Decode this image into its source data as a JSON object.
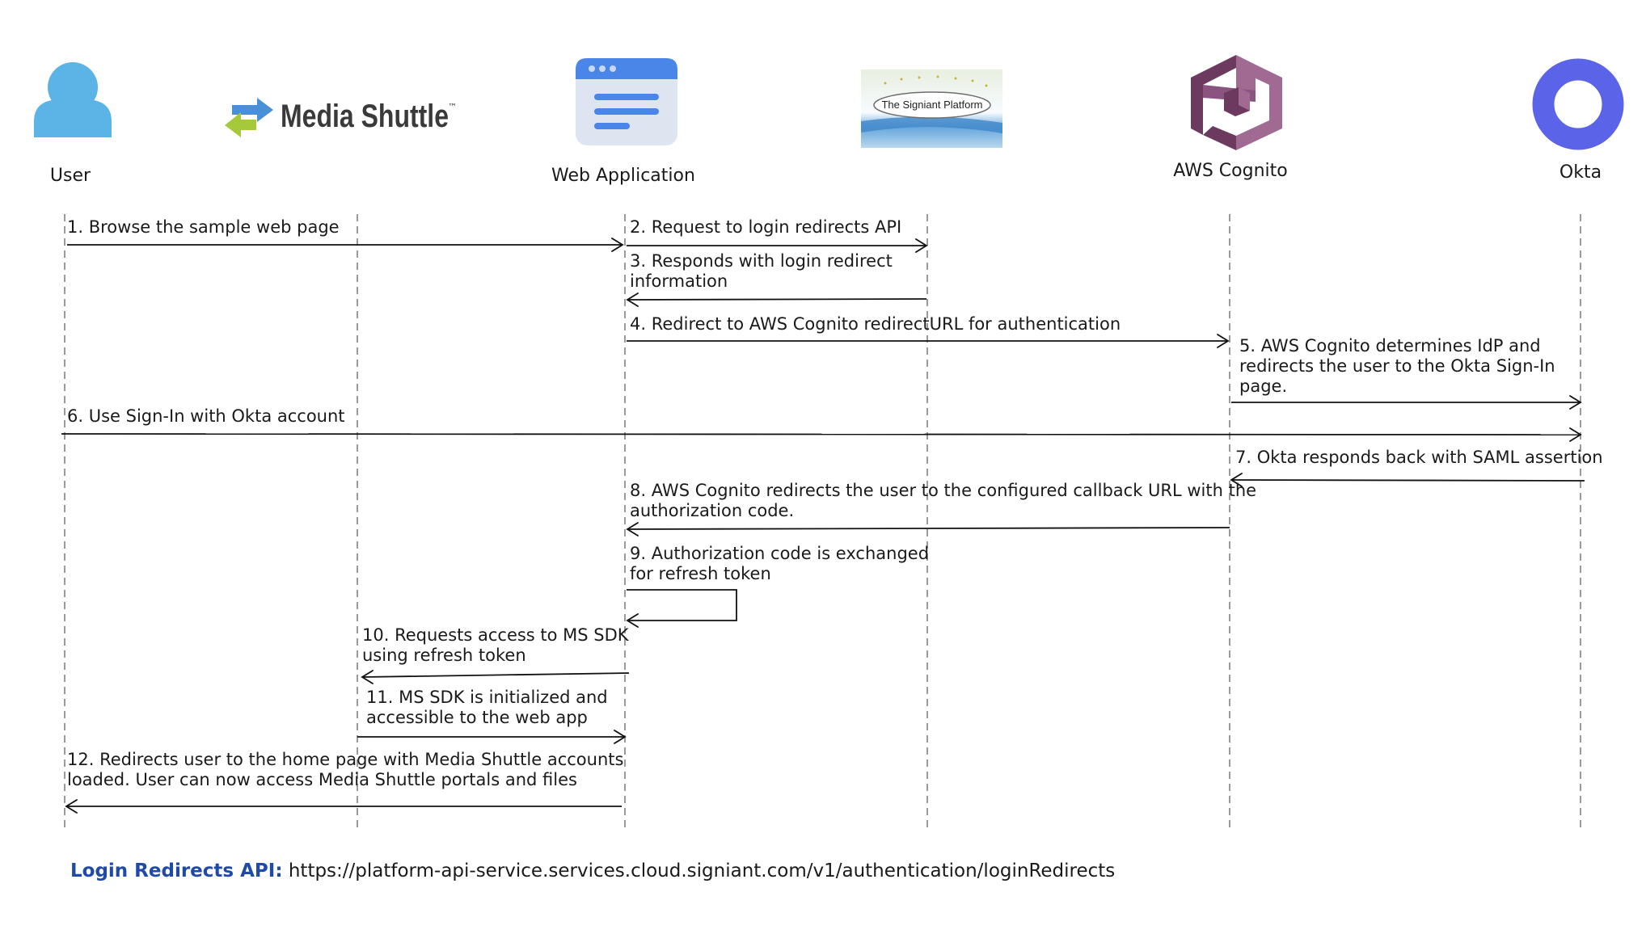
{
  "actors": {
    "user": "User",
    "media_shuttle_logo": "Media Shuttle",
    "media_shuttle_tm": "™",
    "web_app": "Web Application",
    "signiant_logo": "The Signiant Platform",
    "cognito": "AWS Cognito",
    "okta": "Okta"
  },
  "messages": {
    "m1": [
      "1. Browse the sample web page"
    ],
    "m2": [
      "2. Request to login redirects API"
    ],
    "m3": [
      "3. Responds with login redirect",
      "information"
    ],
    "m4": [
      "4. Redirect to AWS Cognito redirectURL for authentication"
    ],
    "m5": [
      "5. AWS Cognito determines IdP and",
      "redirects the user to the Okta Sign-In",
      "page."
    ],
    "m6": [
      "6. Use Sign-In with Okta account"
    ],
    "m7": [
      "7. Okta responds back with SAML assertion"
    ],
    "m8": [
      "8. AWS Cognito redirects the user to the configured callback URL with the",
      "authorization code."
    ],
    "m9": [
      "9. Authorization code is exchanged",
      "for refresh token"
    ],
    "m10": [
      "10. Requests access to MS SDK",
      "using refresh token"
    ],
    "m11": [
      "11. MS SDK is initialized and",
      "accessible to the web app"
    ],
    "m12": [
      "12. Redirects user to the home page with Media Shuttle accounts",
      "loaded. User can now access Media Shuttle portals and files"
    ]
  },
  "footer": {
    "label": "Login Redirects API:",
    "url": "https://platform-api-service.services.cloud.signiant.com/v1/authentication/loginRedirects"
  },
  "colors": {
    "user_icon": "#5bb4e5",
    "okta": "#5b63e8",
    "cognito_dark": "#6b3a5e",
    "cognito_light": "#a06a93",
    "footer_label": "#1f4aa8",
    "arrow_left": "#a5c93a",
    "arrow_right": "#4a90d9"
  }
}
